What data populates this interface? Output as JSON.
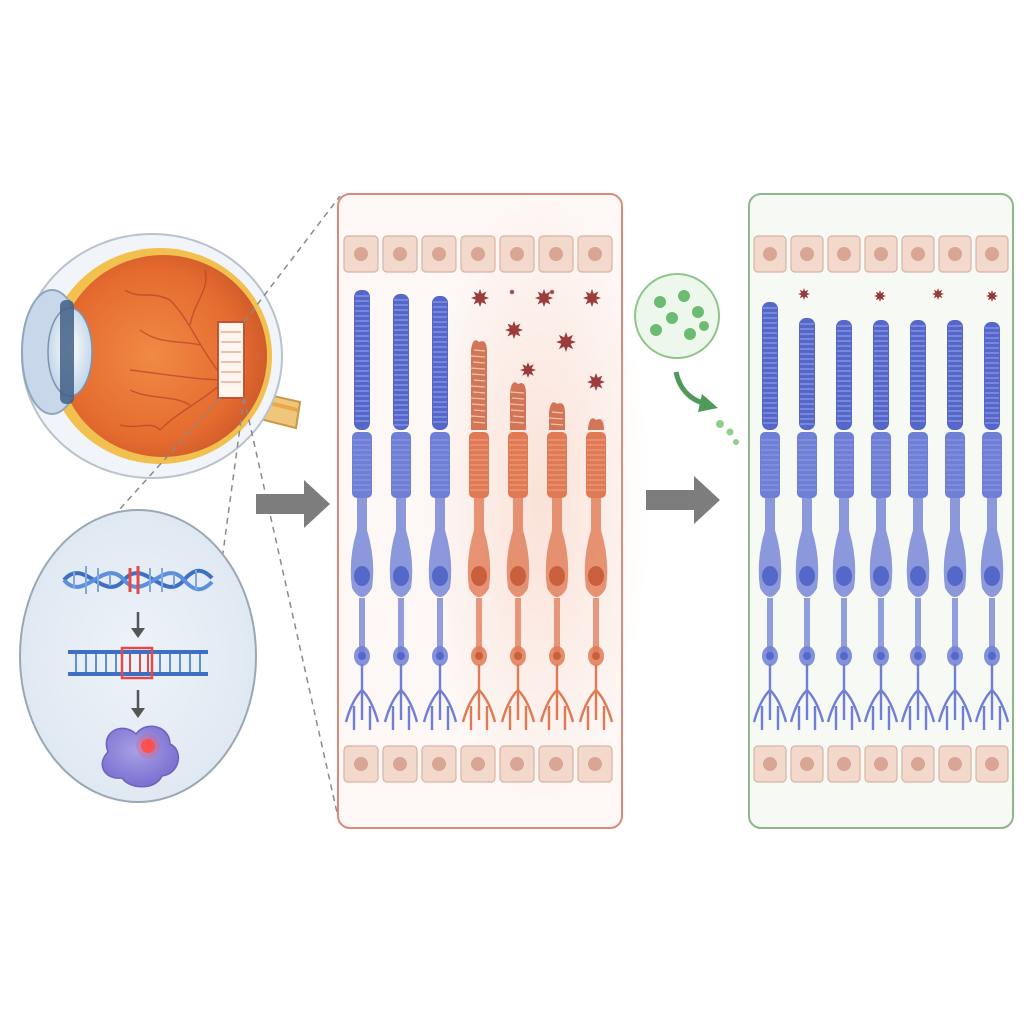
{
  "diagram": {
    "panels": [
      {
        "name": "eye-overview",
        "has_text": false
      },
      {
        "name": "mutation-inset",
        "has_text": false
      },
      {
        "name": "degenerating-retina",
        "has_text": false
      },
      {
        "name": "treated-retina",
        "has_text": false
      }
    ],
    "colors": {
      "healthy_cell": "#6f7fd6",
      "healthy_cell_dark": "#5567c8",
      "degenerating_cell": "#e07a55",
      "degenerating_cell_dark": "#c9603d",
      "rpe_cell": "#f3d8cc",
      "rpe_nucleus": "#d9a595",
      "disease_panel_border": "#d98b7a",
      "treated_panel_border": "#8fb78a",
      "therapy_particle": "#6dbb73",
      "arrow": "#7d7d7d",
      "toxic_particle": "#9c3b3b",
      "eye_retina": "#e8773a",
      "mutation_highlight": "#e14a4a"
    },
    "disease_panel": {
      "cell_states": [
        "healthy",
        "healthy",
        "healthy",
        "degenerating",
        "degenerating",
        "degenerating",
        "degenerating"
      ]
    },
    "treated_panel": {
      "cell_states": [
        "healthy",
        "healthy",
        "healthy",
        "healthy",
        "healthy",
        "healthy",
        "healthy"
      ]
    }
  }
}
